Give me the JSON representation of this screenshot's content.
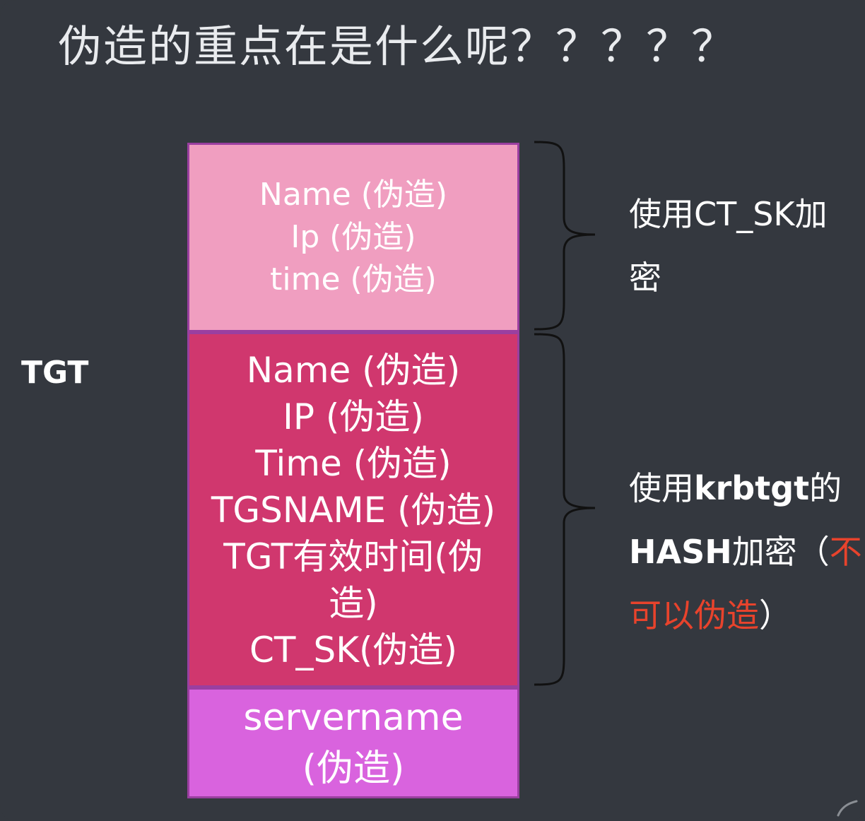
{
  "title": "伪造的重点在是什么呢？？？？？",
  "tgt_label": "TGT",
  "session_block": {
    "lines": [
      "Name (伪造)",
      "Ip (伪造)",
      "time (伪造)"
    ]
  },
  "ticket_block": {
    "lines": [
      "Name (伪造)",
      "IP (伪造)",
      "Time (伪造)",
      "TGSNAME (伪造)",
      "TGT有效时间(伪",
      "造)",
      "CT_SK(伪造)"
    ]
  },
  "server_block": {
    "lines": [
      "servername",
      "(伪造)"
    ]
  },
  "note_top": {
    "line1": "使用CT_SK加",
    "line2": "密"
  },
  "note_bottom": {
    "line1_a": "使用",
    "line1_b": "krbtgt",
    "line1_c": "的",
    "line2_a": "HASH",
    "line2_b": "加密（",
    "line2_c": "不",
    "line3_a": "可以伪造",
    "line3_b": "）"
  },
  "colors": {
    "background": "#34383f",
    "session_fill": "#f09ec0",
    "ticket_fill": "#d0376e",
    "server_fill": "#d963de",
    "warning_text": "#e8432c"
  }
}
